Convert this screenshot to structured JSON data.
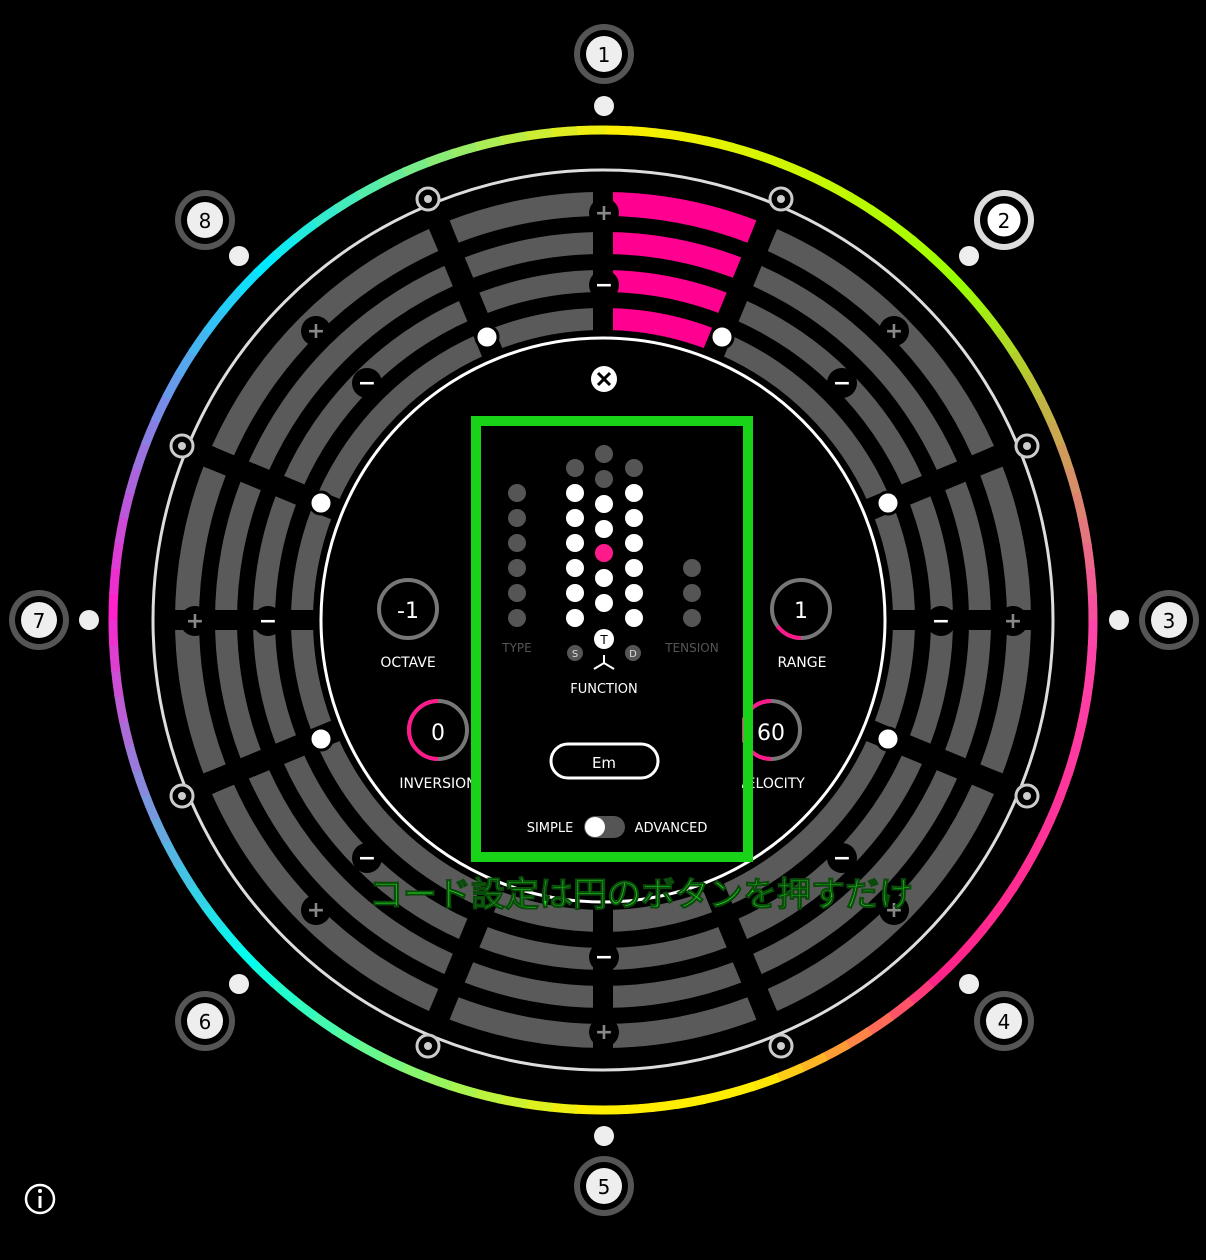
{
  "colors": {
    "background": "#000000",
    "ring_segment": "#5a5a5a",
    "active_segment": "#ff0090",
    "accent": "#ff1a8c",
    "highlight_frame": "#19d319",
    "annotation_text": "#22dd22"
  },
  "ring": {
    "active_slot": "2",
    "active_level": 4,
    "plus_label": "+",
    "minus_label": "−"
  },
  "slots": [
    {
      "label": "1",
      "selected": false
    },
    {
      "label": "2",
      "selected": true
    },
    {
      "label": "3",
      "selected": false
    },
    {
      "label": "4",
      "selected": false
    },
    {
      "label": "5",
      "selected": false
    },
    {
      "label": "6",
      "selected": false
    },
    {
      "label": "7",
      "selected": false
    },
    {
      "label": "8",
      "selected": false
    }
  ],
  "controls": {
    "octave": {
      "value": "-1",
      "label": "OCTAVE",
      "level": 0
    },
    "range": {
      "value": "1",
      "label": "RANGE",
      "level": 0.15
    },
    "inversion": {
      "value": "0",
      "label": "INVERSION",
      "level": 0.5
    },
    "velocity": {
      "value": "60",
      "label": "VELOCITY",
      "level": 0.5
    }
  },
  "panel": {
    "type_label": "TYPE",
    "tension_label": "TENSION",
    "function_label": "FUNCTION",
    "function_s": "S",
    "function_t": "T",
    "function_d": "D",
    "selected_function": "T",
    "chord_name": "Em",
    "mode_simple": "SIMPLE",
    "mode_advanced": "ADVANCED",
    "mode": "SIMPLE"
  },
  "annotation": "コード設定は円のボタンを押すだけ",
  "icons": {
    "close": "close-icon",
    "info": "info-icon"
  }
}
